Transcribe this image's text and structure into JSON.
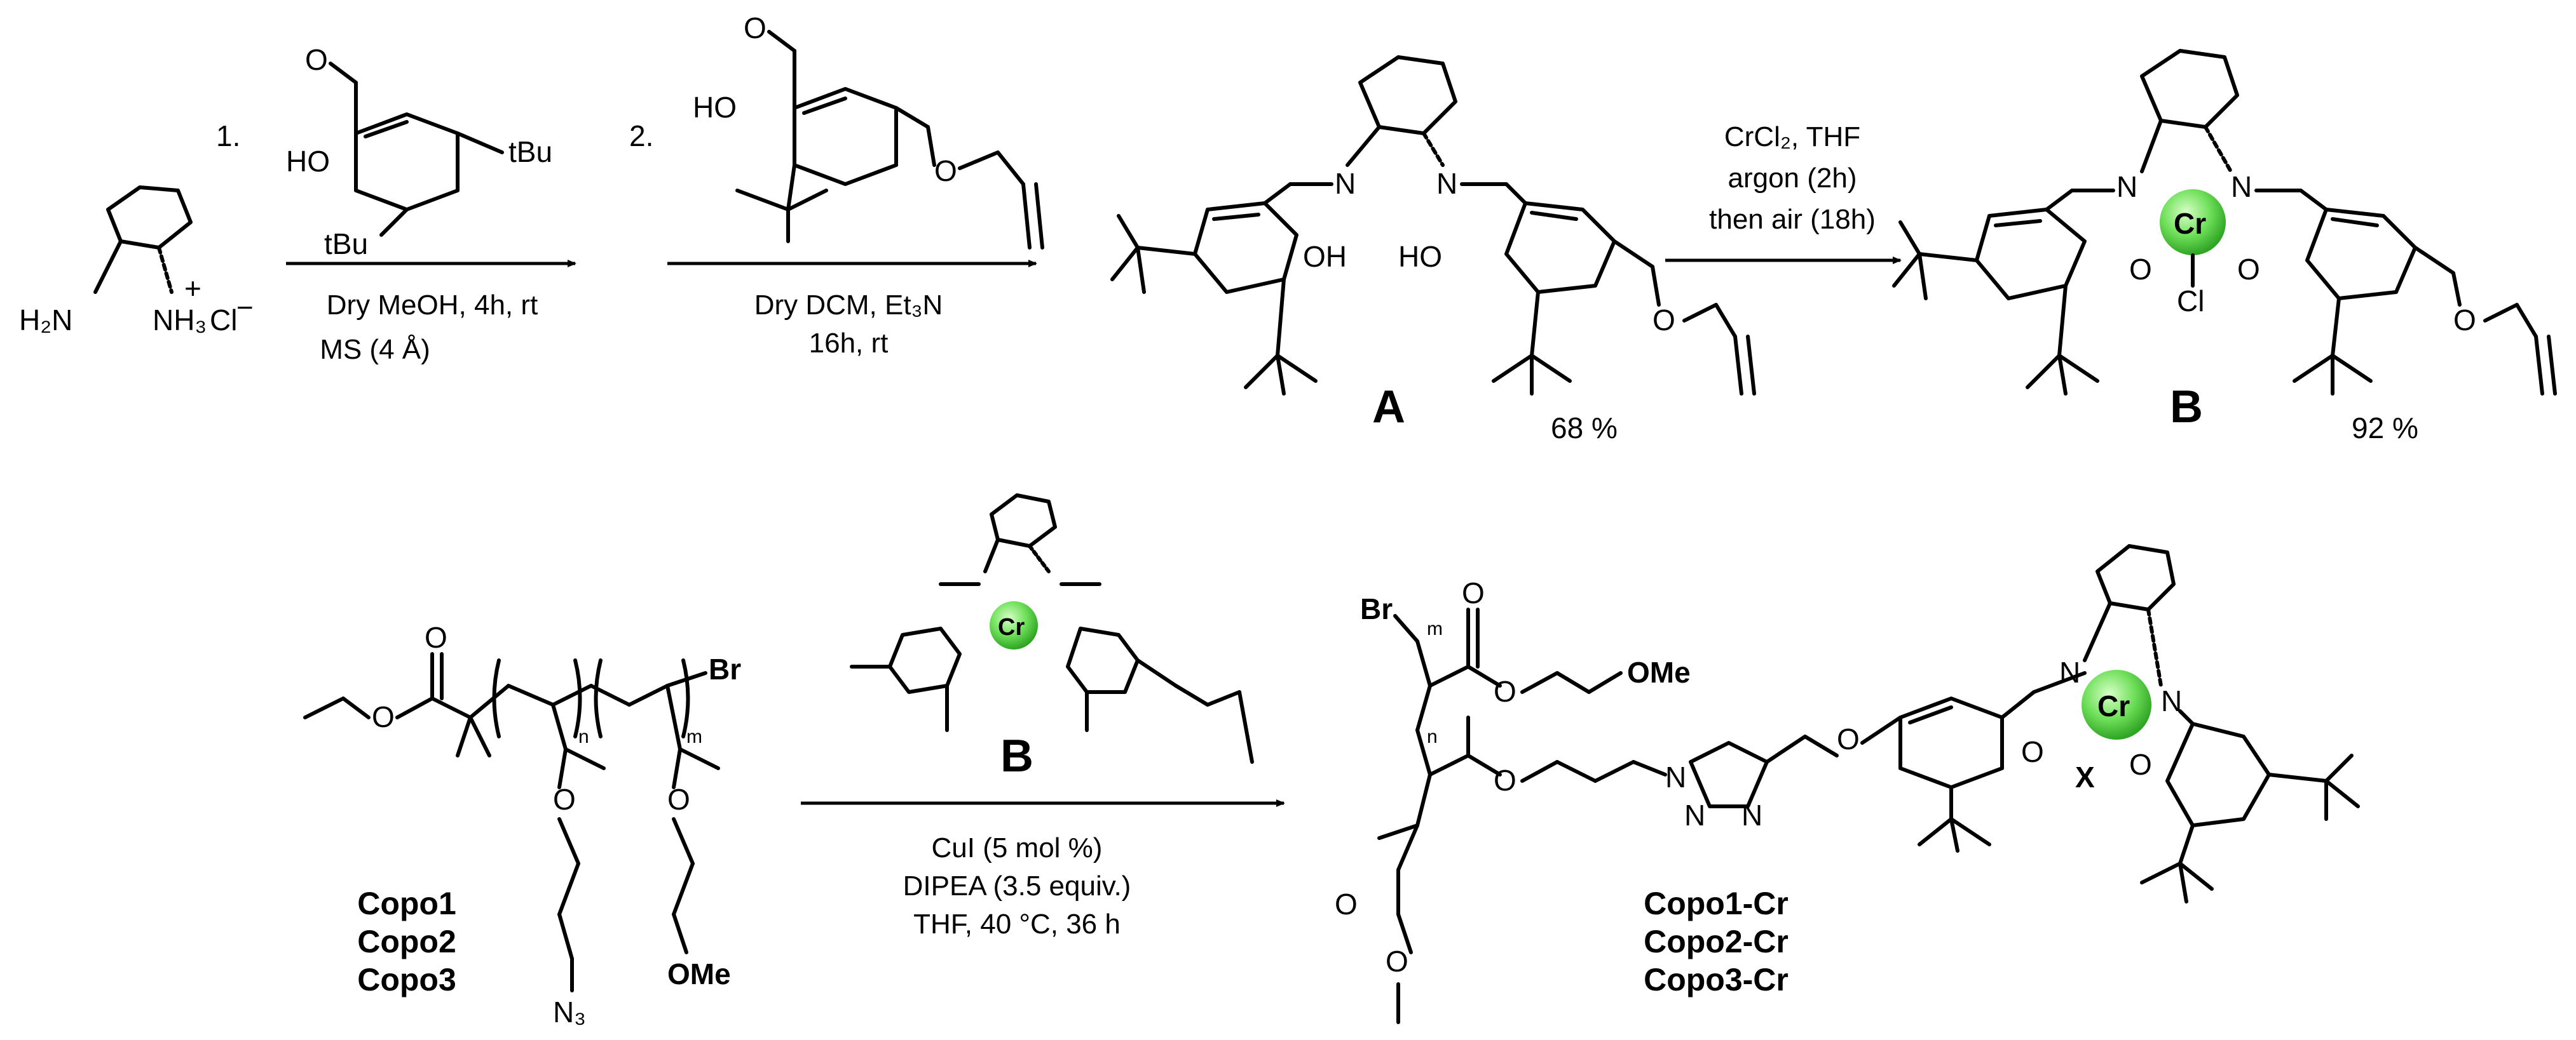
{
  "scheme": {
    "step1": {
      "number": "1.",
      "reagent_substituent": "tBu",
      "reagent_substituent2": "tBu",
      "reagent_OH": "HO",
      "conditions": [
        "Dry MeOH, 4h, rt",
        "MS (4 Å)"
      ]
    },
    "step2": {
      "number": "2.",
      "reagent_OH": "HO",
      "conditions": [
        "Dry DCM, Et₃N",
        "16h, rt"
      ]
    },
    "start_material": {
      "nh2": "H₂N",
      "nh3": "NH₃",
      "charge_plus": "+",
      "counterion": "Cl",
      "charge_minus": "−"
    },
    "compound_A": {
      "label": "A",
      "yield": "68 %",
      "N1": "N",
      "N2": "N",
      "OH1": "OH",
      "OH2": "HO",
      "ether_O": "O"
    },
    "step3": {
      "conditions": [
        "CrCl₂, THF",
        "argon (2h)",
        "then air (18h)"
      ]
    },
    "compound_B": {
      "label": "B",
      "yield": "92 %",
      "metal": "Cr",
      "halide": "Cl",
      "N1": "N",
      "N2": "N",
      "O1": "O",
      "O2": "O",
      "ether_O": "O"
    },
    "copolymer": {
      "names": [
        "Copo1",
        "Copo2",
        "Copo3"
      ],
      "end_group": "Br",
      "azide": "N₃",
      "methoxy": "OMe",
      "repeat_n": "n",
      "repeat_m": "m",
      "ester_O": "O"
    },
    "click_step": {
      "catalyst_label": "B",
      "conditions": [
        "CuI (5 mol %)",
        "DIPEA (3.5 equiv.)",
        "THF, 40 °C, 36 h"
      ]
    },
    "product": {
      "names": [
        "Copo1-Cr",
        "Copo2-Cr",
        "Copo3-Cr"
      ],
      "end_group": "Br",
      "methoxy": "OMe",
      "metal": "Cr",
      "axial": "X",
      "triazole_N": "N",
      "repeat_n": "n",
      "repeat_m": "m"
    },
    "colors": {
      "chromium_sphere": "#6fe05a",
      "ink": "#000000"
    }
  }
}
